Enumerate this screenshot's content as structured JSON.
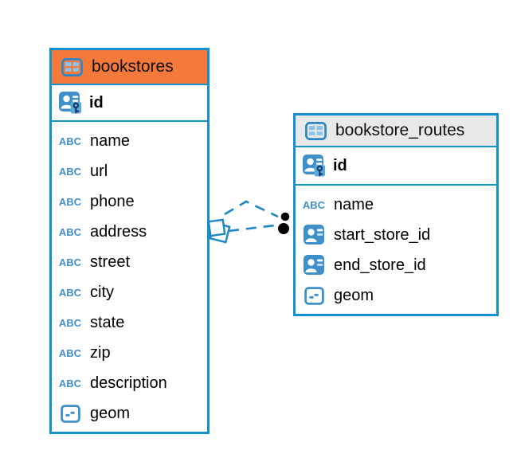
{
  "diagram": {
    "tables": [
      {
        "name": "bookstores",
        "header_bg": "#F5793B",
        "columns": [
          {
            "name": "id",
            "type": "primary-key"
          },
          {
            "name": "name",
            "type": "text"
          },
          {
            "name": "url",
            "type": "text"
          },
          {
            "name": "phone",
            "type": "text"
          },
          {
            "name": "address",
            "type": "text"
          },
          {
            "name": "street",
            "type": "text"
          },
          {
            "name": "city",
            "type": "text"
          },
          {
            "name": "state",
            "type": "text"
          },
          {
            "name": "zip",
            "type": "text"
          },
          {
            "name": "description",
            "type": "text"
          },
          {
            "name": "geom",
            "type": "geometry"
          }
        ]
      },
      {
        "name": "bookstore_routes",
        "header_bg": "#E9E9E9",
        "columns": [
          {
            "name": "id",
            "type": "primary-key"
          },
          {
            "name": "name",
            "type": "text"
          },
          {
            "name": "start_store_id",
            "type": "reference"
          },
          {
            "name": "end_store_id",
            "type": "reference"
          },
          {
            "name": "geom",
            "type": "geometry"
          }
        ]
      }
    ],
    "relations": [
      {
        "from_table": "bookstores",
        "to_table": "bookstore_routes",
        "line_style": "dashed"
      },
      {
        "from_table": "bookstores",
        "to_table": "bookstore_routes",
        "line_style": "dashed"
      }
    ],
    "colors": {
      "table_border": "#1490CE",
      "bookstores_header": "#F5793B",
      "routes_header": "#E9E9E9",
      "icon_blue": "#3F8FCB",
      "connector_blue": "#1C86C8",
      "endpoint_dot": "#000000",
      "text": "#000000"
    }
  },
  "icons": {
    "abc_text": "ABC"
  }
}
